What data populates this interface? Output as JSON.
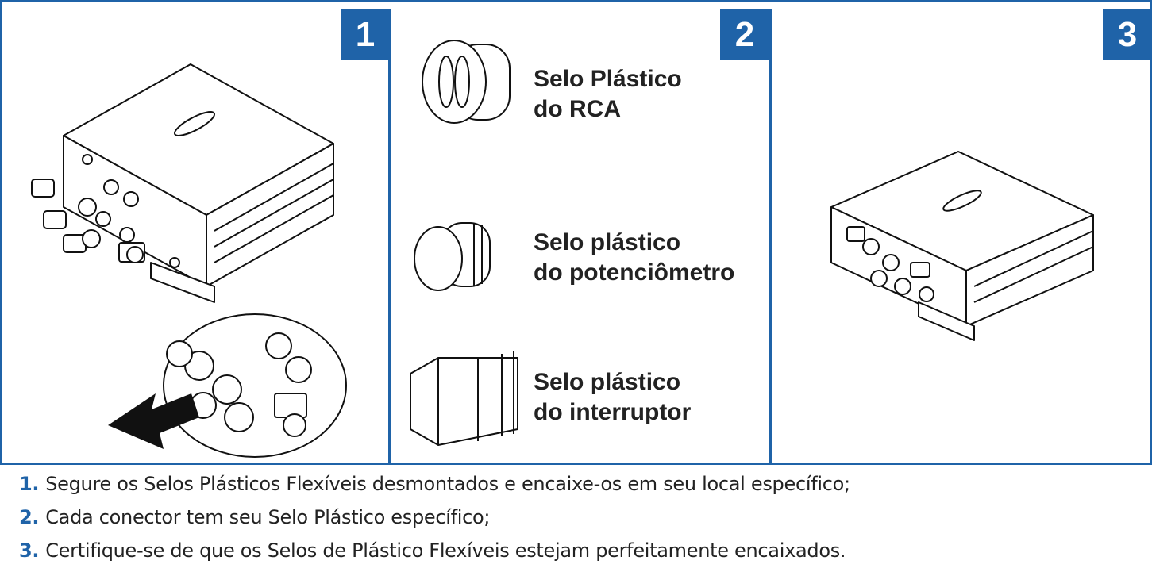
{
  "panels": [
    {
      "number": "1"
    },
    {
      "number": "2",
      "items": [
        {
          "line1": "Selo Plástico",
          "line2": "do RCA"
        },
        {
          "line1": "Selo plástico",
          "line2": "do potenciômetro"
        },
        {
          "line1": "Selo plástico",
          "line2": "do interruptor"
        }
      ]
    },
    {
      "number": "3"
    }
  ],
  "steps": [
    {
      "num": "1.",
      "text": "Segure os Selos Plásticos Flexíveis desmontados e encaixe-os em seu local específico;"
    },
    {
      "num": "2.",
      "text": "Cada conector tem seu Selo Plástico específico;"
    },
    {
      "num": "3.",
      "text": "Certifique-se de que os Selos de Plástico Flexíveis estejam perfeitamente encaixados."
    }
  ],
  "colors": {
    "accent": "#1f63a8",
    "text": "#222222"
  }
}
